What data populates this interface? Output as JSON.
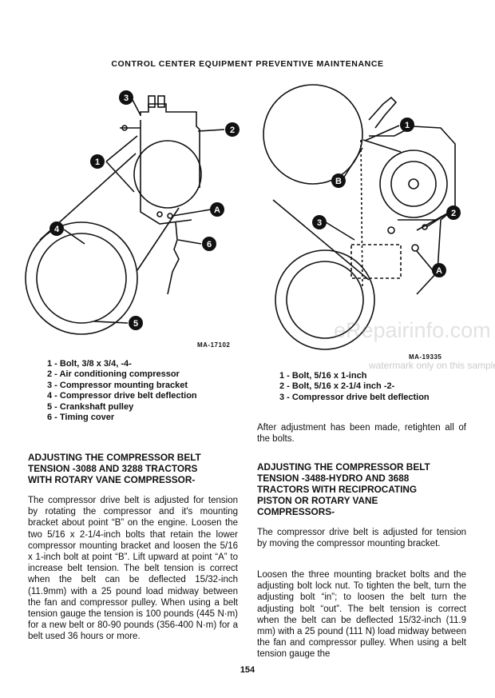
{
  "page_title": "CONTROL CENTER EQUIPMENT PREVENTIVE MAINTENANCE",
  "left_figure": {
    "code": "MA-17102",
    "callouts": [
      "1",
      "2",
      "3",
      "4",
      "5",
      "6",
      "A"
    ],
    "legend": [
      "1 - Bolt, 3/8 x 3/4, -4-",
      "2 - Air conditioning compressor",
      "3 - Compressor mounting bracket",
      "4 - Compressor drive belt deflection",
      "5 - Crankshaft pulley",
      "6 - Timing cover"
    ]
  },
  "right_figure": {
    "code": "MA-19335",
    "callouts": [
      "1",
      "B",
      "2",
      "3",
      "A"
    ],
    "legend": [
      "1 - Bolt, 5/16 x 1-inch",
      "2 - Bolt, 5/16 x 2-1/4 inch -2-",
      "3 - Compressor drive belt deflection"
    ]
  },
  "left_column": {
    "heading_lines": [
      "ADJUSTING THE COMPRESSOR BELT",
      "TENSION -3088 AND 3288 TRACTORS",
      "WITH ROTARY VANE COMPRESSOR-"
    ],
    "paragraph": "The compressor drive belt is adjusted for tension by rotating the compressor and it's mounting bracket about point “B” on the engine. Loosen the two 5/16 x 2-1/4-inch bolts that retain the lower compressor mounting bracket and loosen the 5/16 x 1-inch bolt at point “B”. Lift upward at point “A” to increase belt tension. The belt tension is correct when the belt can be deflected 15/32-inch (11.9mm) with a 25 pound load midway between the fan and compressor pulley. When using a belt tension gauge the tension is 100 pounds (445 N·m) for a new belt or 80-90 pounds (356-400 N·m) for a belt used 36 hours or more."
  },
  "right_column": {
    "intro": "After adjustment has been made, retighten all of the bolts.",
    "heading_lines": [
      "ADJUSTING THE COMPRESSOR BELT",
      "TENSION -3488-HYDRO AND 3688",
      "TRACTORS WITH RECIPROCATING",
      "PISTON OR ROTARY VANE",
      "COMPRESSORS-"
    ],
    "paragraph1": "The compressor drive belt is adjusted for tension by moving the compressor mounting bracket.",
    "paragraph2": "Loosen the three mounting bracket bolts and the adjusting bolt lock nut. To tighten the belt, turn the adjusting bolt “in”; to loosen the belt turn the adjusting bolt “out”. The belt tension is correct when the belt can be deflected 15/32-inch (11.9 mm) with a 25 pound (111 N) load midway between the fan and compressor pulley. When using a belt tension gauge the"
  },
  "page_number": "154",
  "watermark": {
    "site": "eRepairinfo.com",
    "note": "watermark only on this sample"
  }
}
